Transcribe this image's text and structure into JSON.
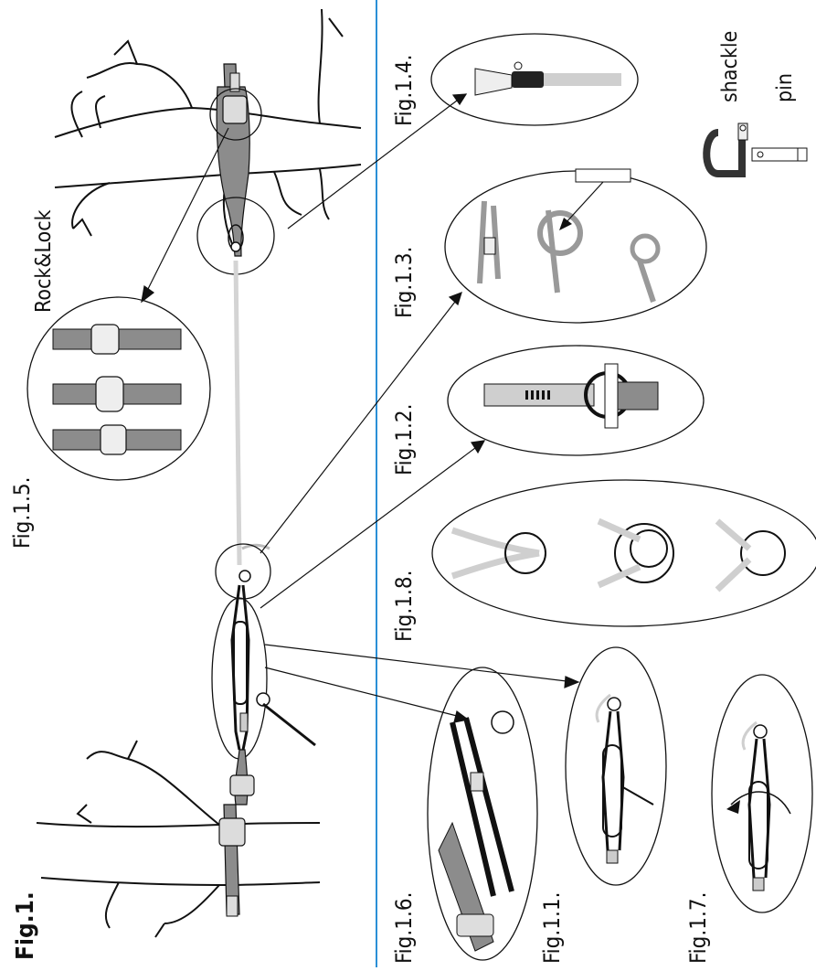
{
  "figure_title": "Fig.1.",
  "labels": {
    "fig_1_1": "Fig.1.1.",
    "fig_1_2": "Fig.1.2.",
    "fig_1_3": "Fig.1.3.",
    "fig_1_4": "Fig.1.4.",
    "fig_1_5": "Fig.1.5.",
    "fig_1_6": "Fig.1.6.",
    "fig_1_7": "Fig.1.7.",
    "fig_1_8": "Fig.1.8.",
    "rocklock": "Rock&Lock",
    "shackle": "shackle",
    "pin": "pin"
  },
  "colors": {
    "divider": "#2a8fd6",
    "line": "#111111",
    "strap": "#8c8c8c",
    "strap_light": "#cfcfcf",
    "rope_light": "#d4d4d4"
  }
}
